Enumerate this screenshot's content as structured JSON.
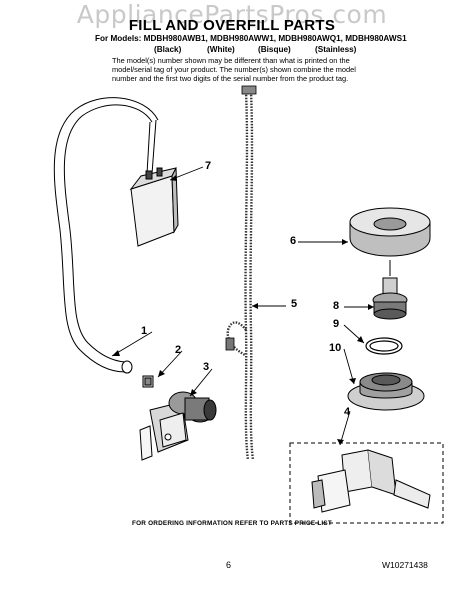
{
  "watermark": "AppliancePartsPros.com",
  "title": "FILL AND OVERFILL PARTS",
  "models_line": "For Models: MDBH980AWB1, MDBH980AWW1, MDBH980AWQ1, MDBH980AWS1",
  "model_colors": [
    "(Black)",
    "(White)",
    "(Bisque)",
    "(Stainless)"
  ],
  "note": "The model(s) number shown may be different than what is printed on the model/serial tag of your product. The number(s) shown combine the model number and the first two digits of the serial number from the product tag.",
  "callouts": [
    "1",
    "2",
    "3",
    "4",
    "5",
    "6",
    "7",
    "8",
    "9",
    "10"
  ],
  "footer_note": "FOR ORDERING INFORMATION REFER TO PARTS PRICE LIST",
  "page_number": "6",
  "document_number": "W10271438"
}
